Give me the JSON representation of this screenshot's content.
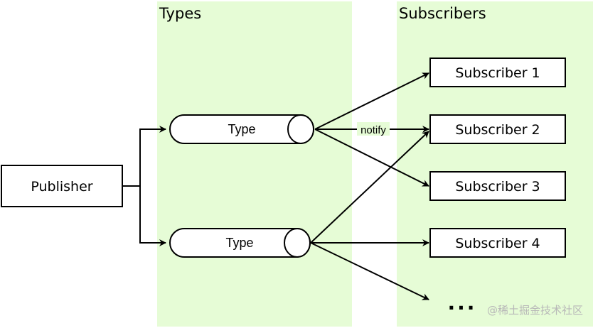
{
  "lanes": {
    "types_title": "Types",
    "subscribers_title": "Subscribers"
  },
  "publisher": {
    "label": "Publisher"
  },
  "types": [
    {
      "label": "Type"
    },
    {
      "label": "Type"
    }
  ],
  "subscribers": [
    {
      "label": "Subscriber 1"
    },
    {
      "label": "Subscriber 2"
    },
    {
      "label": "Subscriber 3"
    },
    {
      "label": "Subscriber 4"
    }
  ],
  "edge_label": "notify",
  "more_indicator": "...",
  "watermark": "@稀土掘金技术社区",
  "colors": {
    "lane_fill": "#e6fcd6",
    "stroke": "#000000",
    "box_fill": "#ffffff"
  }
}
